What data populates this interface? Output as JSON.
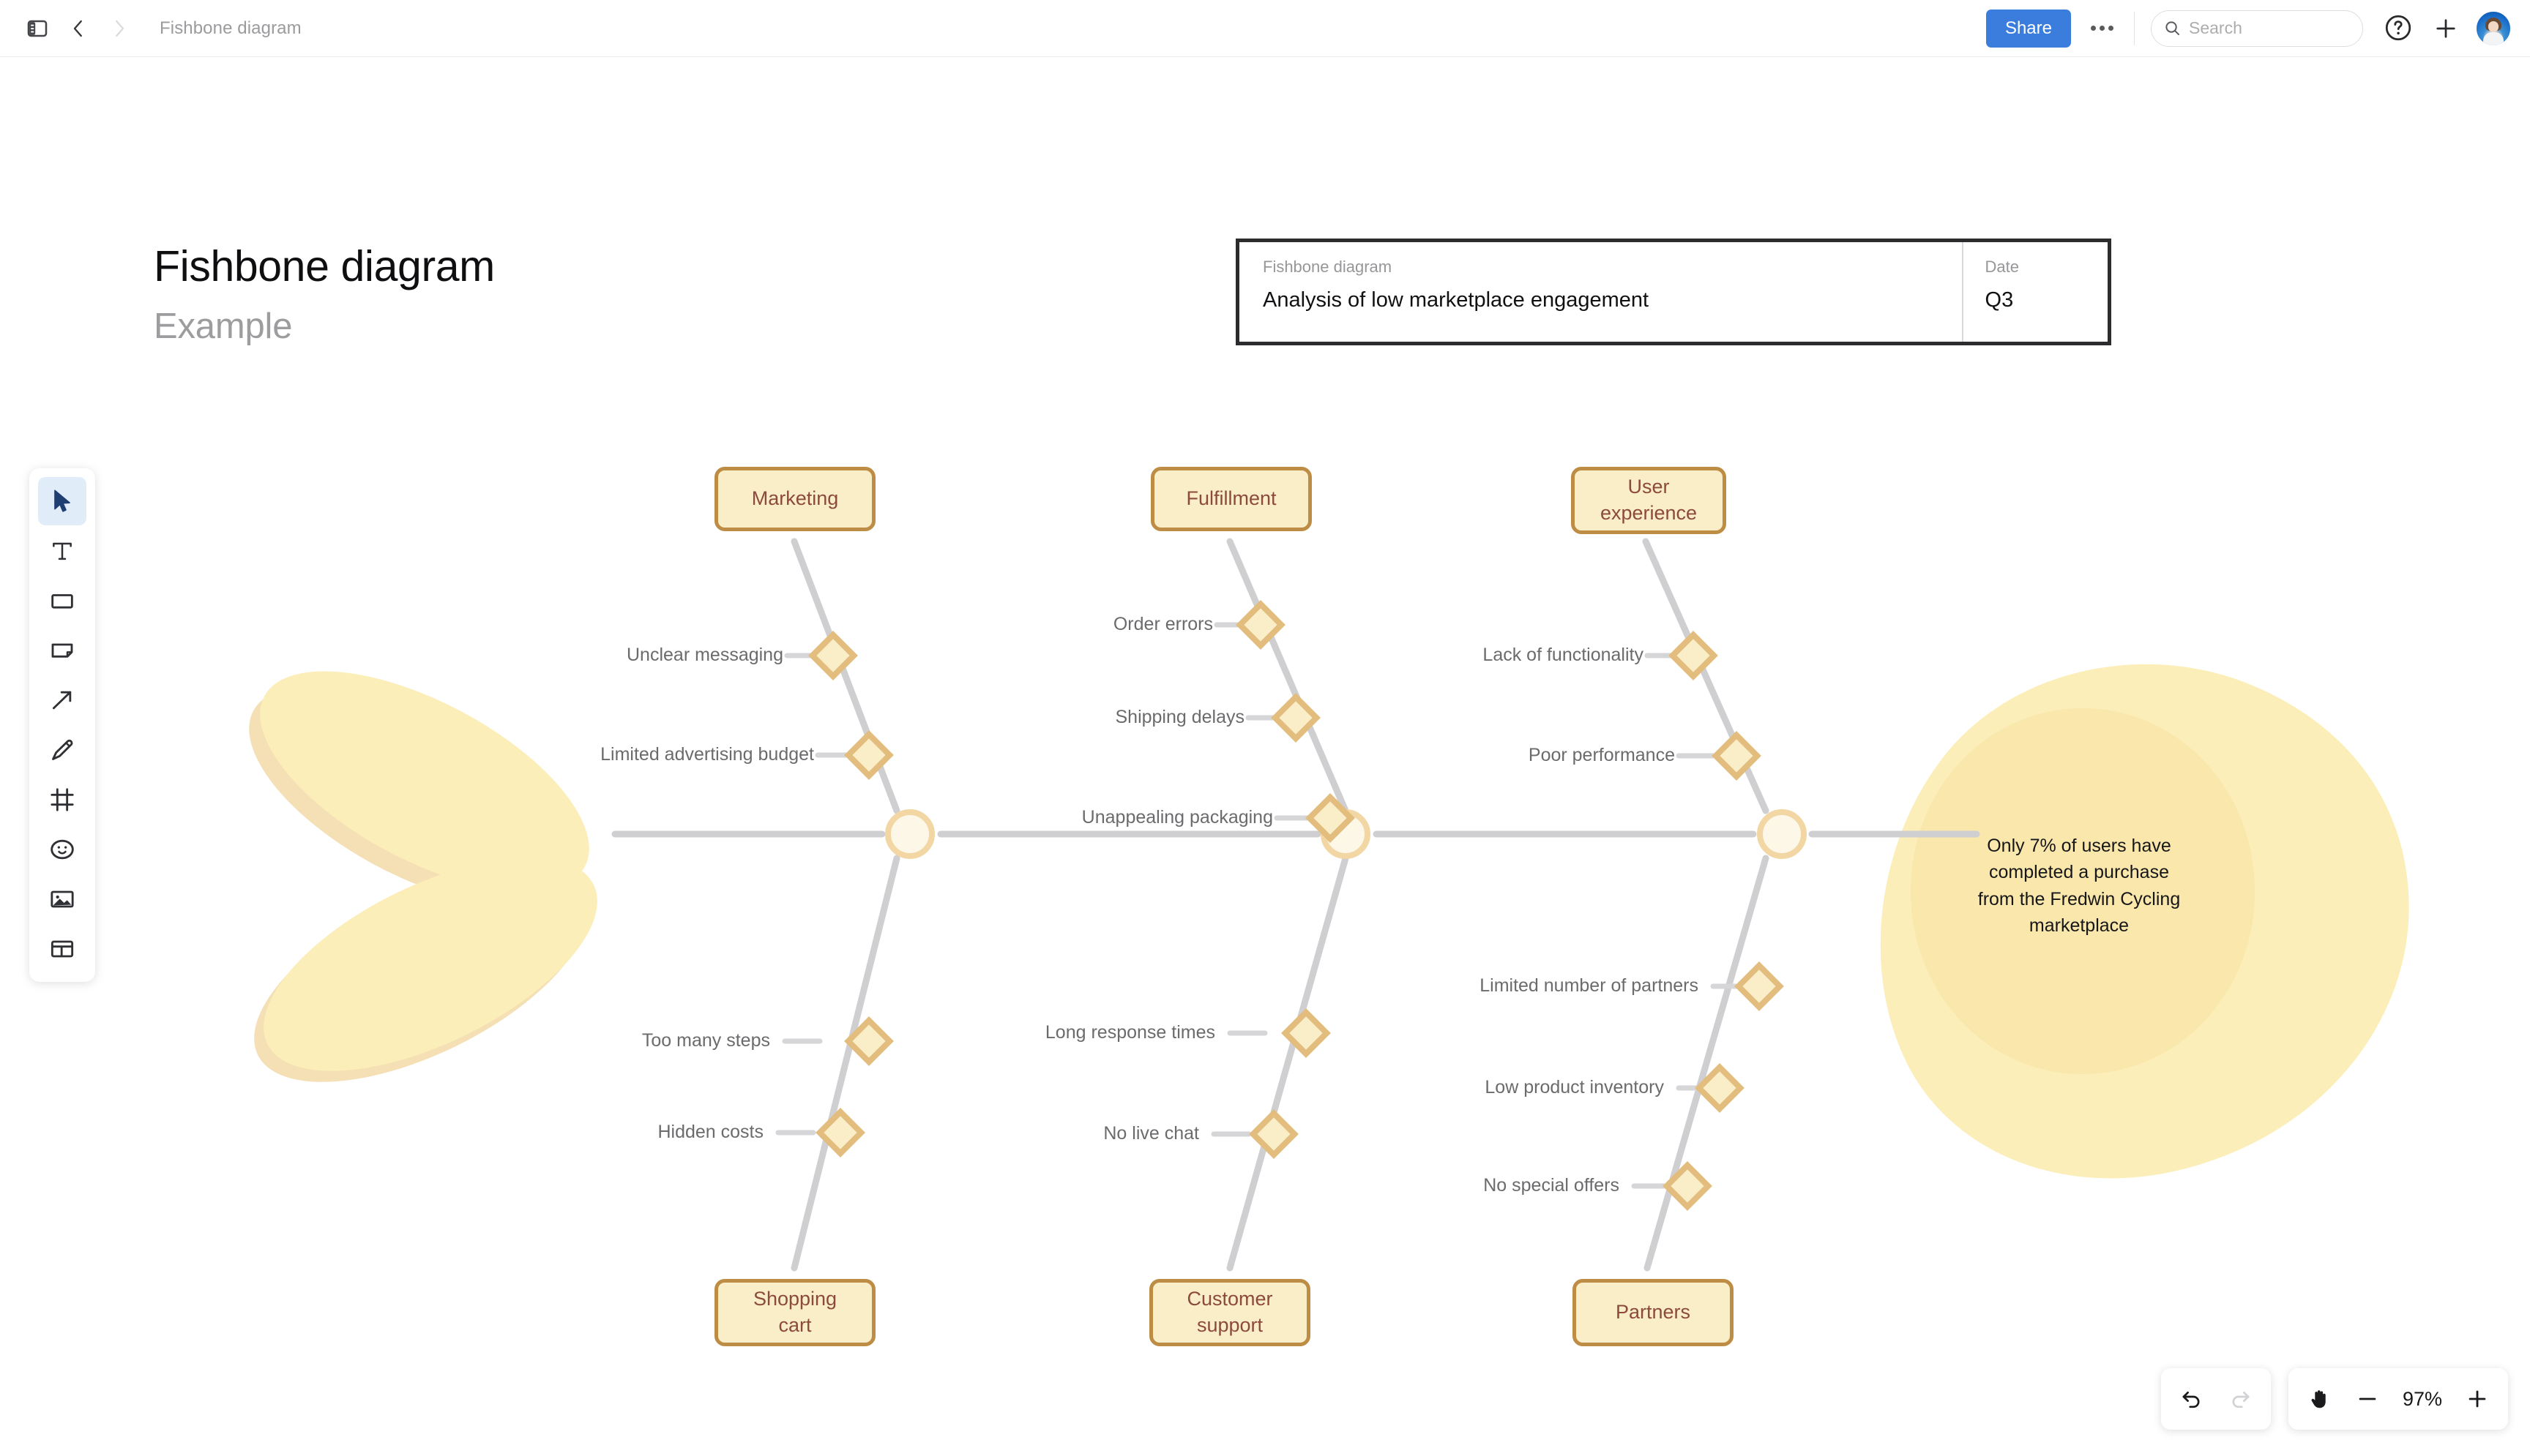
{
  "topbar": {
    "breadcrumb": "Fishbone diagram",
    "share_label": "Share",
    "more_label": "more-options",
    "search_placeholder": "Search",
    "icons": {
      "sidepanel": "side-panel-icon",
      "back": "chevron-left-icon",
      "forward": "chevron-right-icon",
      "search": "search-icon",
      "help": "help-circle-icon",
      "add": "plus-icon",
      "avatar": "user-avatar"
    }
  },
  "toolbar": {
    "items": [
      {
        "name": "select-tool",
        "icon": "cursor-arrow-icon",
        "active": true
      },
      {
        "name": "text-tool",
        "icon": "text-t-icon",
        "active": false
      },
      {
        "name": "shape-tool",
        "icon": "rectangle-icon",
        "active": false
      },
      {
        "name": "sticky-note-tool",
        "icon": "sticky-note-icon",
        "active": false
      },
      {
        "name": "connector-tool",
        "icon": "arrow-diagonal-icon",
        "active": false
      },
      {
        "name": "pen-tool",
        "icon": "pencil-icon",
        "active": false
      },
      {
        "name": "frame-tool",
        "icon": "frame-icon",
        "active": false
      },
      {
        "name": "emoji-tool",
        "icon": "smiley-icon",
        "active": false
      },
      {
        "name": "image-tool",
        "icon": "image-icon",
        "active": false
      },
      {
        "name": "template-tool",
        "icon": "template-layout-icon",
        "active": false
      }
    ]
  },
  "board": {
    "title": "Fishbone diagram",
    "subtitle": "Example",
    "infobox": {
      "left_label": "Fishbone diagram",
      "left_value": "Analysis of low marketplace engagement",
      "right_label": "Date",
      "right_value": "Q3"
    },
    "problem_statement": "Only 7% of users have completed a purchase from the Fredwin Cycling marketplace"
  },
  "chart_data": {
    "type": "diagram",
    "diagram_type": "fishbone",
    "title": "Fishbone diagram",
    "effect": "Only 7% of users have completed a purchase from the Fredwin Cycling marketplace",
    "branches": [
      {
        "category": "Marketing",
        "side": "top",
        "causes": [
          "Unclear messaging",
          "Limited advertising budget"
        ]
      },
      {
        "category": "Fulfillment",
        "side": "top",
        "causes": [
          "Order errors",
          "Shipping delays",
          "Unappealing packaging"
        ]
      },
      {
        "category": "User experience",
        "side": "top",
        "causes": [
          "Lack of functionality",
          "Poor performance"
        ]
      },
      {
        "category": "Shopping cart",
        "side": "bottom",
        "causes": [
          "Too many steps",
          "Hidden costs"
        ]
      },
      {
        "category": "Customer support",
        "side": "bottom",
        "causes": [
          "Long response times",
          "No live chat"
        ]
      },
      {
        "category": "Partners",
        "side": "bottom",
        "causes": [
          "Limited number of partners",
          "Low product inventory",
          "No special offers"
        ]
      }
    ]
  },
  "colors": {
    "accent_blue": "#3b7ddd",
    "box_fill": "#faeec8",
    "box_border": "#bd8d46",
    "box_text": "#8c4a3c",
    "bone": "#cfcfd1",
    "diamond_fill": "#faeec8",
    "diamond_border": "#e3bd7e",
    "head_outer": "#fbeeb8",
    "head_inner": "#f9e7ab",
    "tail": "#fbeeb8"
  },
  "zoom_controls": {
    "undo": "undo-arrow-icon",
    "redo": "redo-arrow-icon",
    "hand": "hand-pan-icon",
    "minus": "minus-icon",
    "plus": "plus-icon",
    "level": "97%"
  }
}
